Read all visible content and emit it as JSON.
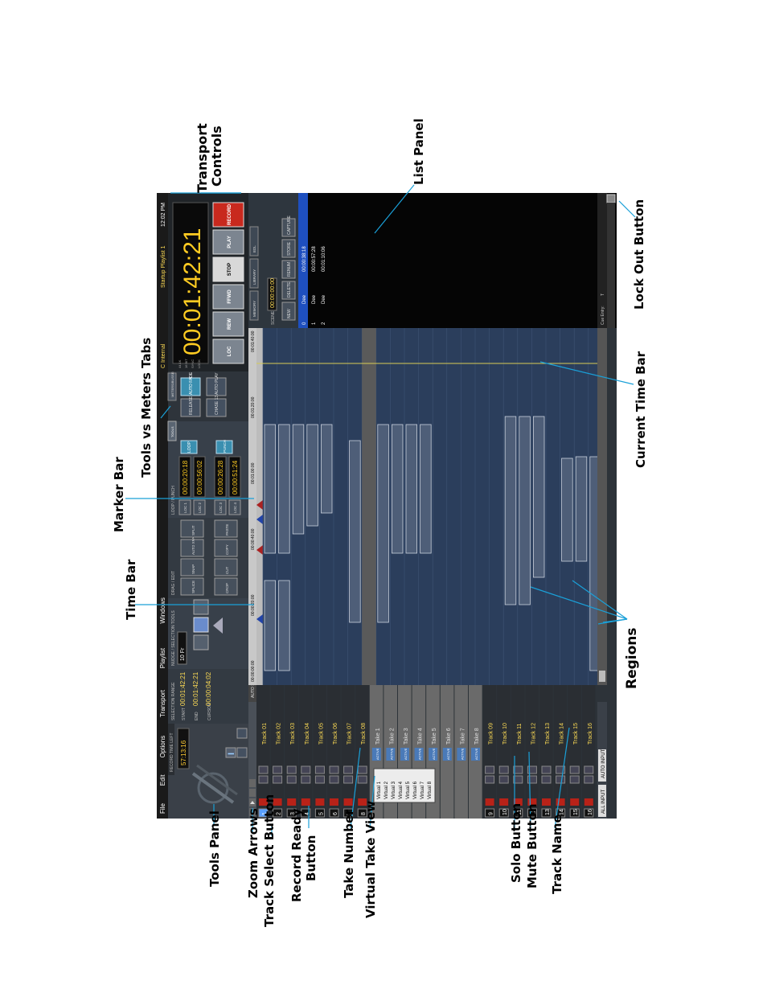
{
  "menu": [
    "File",
    "Edit",
    "Options",
    "Transport",
    "Playlist",
    "Windows"
  ],
  "record_time_left_label": "RECORD TIME LEFT",
  "record_time_left": "57:13:16",
  "selection_range_label": "SELECTION RANGE",
  "start_label": "START",
  "end_label": "END",
  "cursor_label": "CURSOR",
  "selection_start": "00:01:42:21",
  "selection_end": "00:01:42:21",
  "cursor_time": "00:00:04:02",
  "nudge_label": "NUDGE / SELECTION TOOLS",
  "nudge_value": "10 Fr",
  "drag_edit_label": "DRAG / EDIT",
  "edit_buttons": [
    "SPLICE",
    "SNAP",
    "AUTO XFADE",
    "SPLIT",
    "CROP",
    "CUT",
    "COPY",
    "PASTE"
  ],
  "loop_punch_label": "LOOP / PUNCH",
  "loc_buttons": [
    "LOC 1",
    "LOC 2",
    "LOC 3",
    "LOC 4"
  ],
  "loc_times": [
    "00:00:20:18",
    "00:00:56:02",
    "00:00:26:28",
    "00:00:51:24"
  ],
  "loop_label": "LOOP",
  "punch_label": "PUNCH",
  "release_label": "RELEASE",
  "auto_fade_label": "AUTO FADE",
  "chase_label": "CHASE 13",
  "auto_play_label": "AUTO PLAY",
  "tabs": [
    "TOOLS",
    "METERS/BUSSES"
  ],
  "clock_source": "C Internal",
  "playlist_title": "Startup Playlist 1",
  "clock_time": "12:02 PM",
  "main_time": "00:01:42:21",
  "status_labels": [
    "44.1K",
    "16 BIT",
    "SYNC",
    "LOCK"
  ],
  "transport": [
    "LOC",
    "REW",
    "FFWD",
    "STOP",
    "PLAY",
    "RECORD"
  ],
  "list_tabs": [
    "MEMORY",
    "LIBRARY",
    "EDL"
  ],
  "scene_label": "SCENE",
  "scene_time": "00:00:00:00",
  "list_buttons": [
    "NEW",
    "DELETE",
    "RENUM",
    "STORE",
    "CAPTURE"
  ],
  "list_rows": [
    {
      "num": "0",
      "name": "Dee",
      "time": "00:00:38:18"
    },
    {
      "num": "1",
      "name": "Dee",
      "time": "00:00:57:28"
    },
    {
      "num": "2",
      "name": "Dee",
      "time": "00:01:10:06"
    }
  ],
  "cue_entry_label": "Cue Entry:",
  "cue_entry_value": "T",
  "auto_scroll": "AUTO SCROLL",
  "all_input": "ALL INPUT",
  "auto_input": "AUTO INPUT",
  "time_ticks": [
    "00:00:00:00",
    "00:00:20:00",
    "00:00:40:00",
    "00:01:00:00",
    "00:01:20:00",
    "00:01:40:00"
  ],
  "track_names": [
    "Track 01",
    "Track 02",
    "Track 03",
    "Track 04",
    "Track 05",
    "Track 06",
    "Track 07",
    "Track 08",
    "Take 1",
    "Take 2",
    "Take 3",
    "Take 4",
    "Take 5",
    "Take 6",
    "Take 7",
    "Take 8",
    "Track 09",
    "Track 10",
    "Track 11",
    "Track 12",
    "Track 13",
    "Track 14",
    "Track 15",
    "Track 16"
  ],
  "active_label": "ACTIVE",
  "virtual_menu": [
    "Virtual 1",
    "Virtual 2",
    "Virtual 3",
    "Virtual 4",
    "Virtual 5",
    "Virtual 6",
    "Virtual 7",
    "Virtual 8"
  ],
  "callouts": {
    "tools_panel": "Tools Panel",
    "zoom_arrows": "Zoom Arrows",
    "track_select": "Track Select Button",
    "record_ready": "Record Ready",
    "record_ready2": "Button",
    "take_number": "Take Number",
    "virtual_take": "Virtual Take View",
    "solo": "Solo Button",
    "mute": "Mute Button",
    "track_name": "Track Name",
    "time_bar": "Time Bar",
    "marker_bar": "Marker Bar",
    "tools_meters": "Tools vs Meters Tabs",
    "transport1": "Transport",
    "transport2": "Controls",
    "list_panel": "List Panel",
    "lock_out": "Lock Out Button",
    "current_time": "Current Time Bar",
    "regions": "Regions"
  }
}
